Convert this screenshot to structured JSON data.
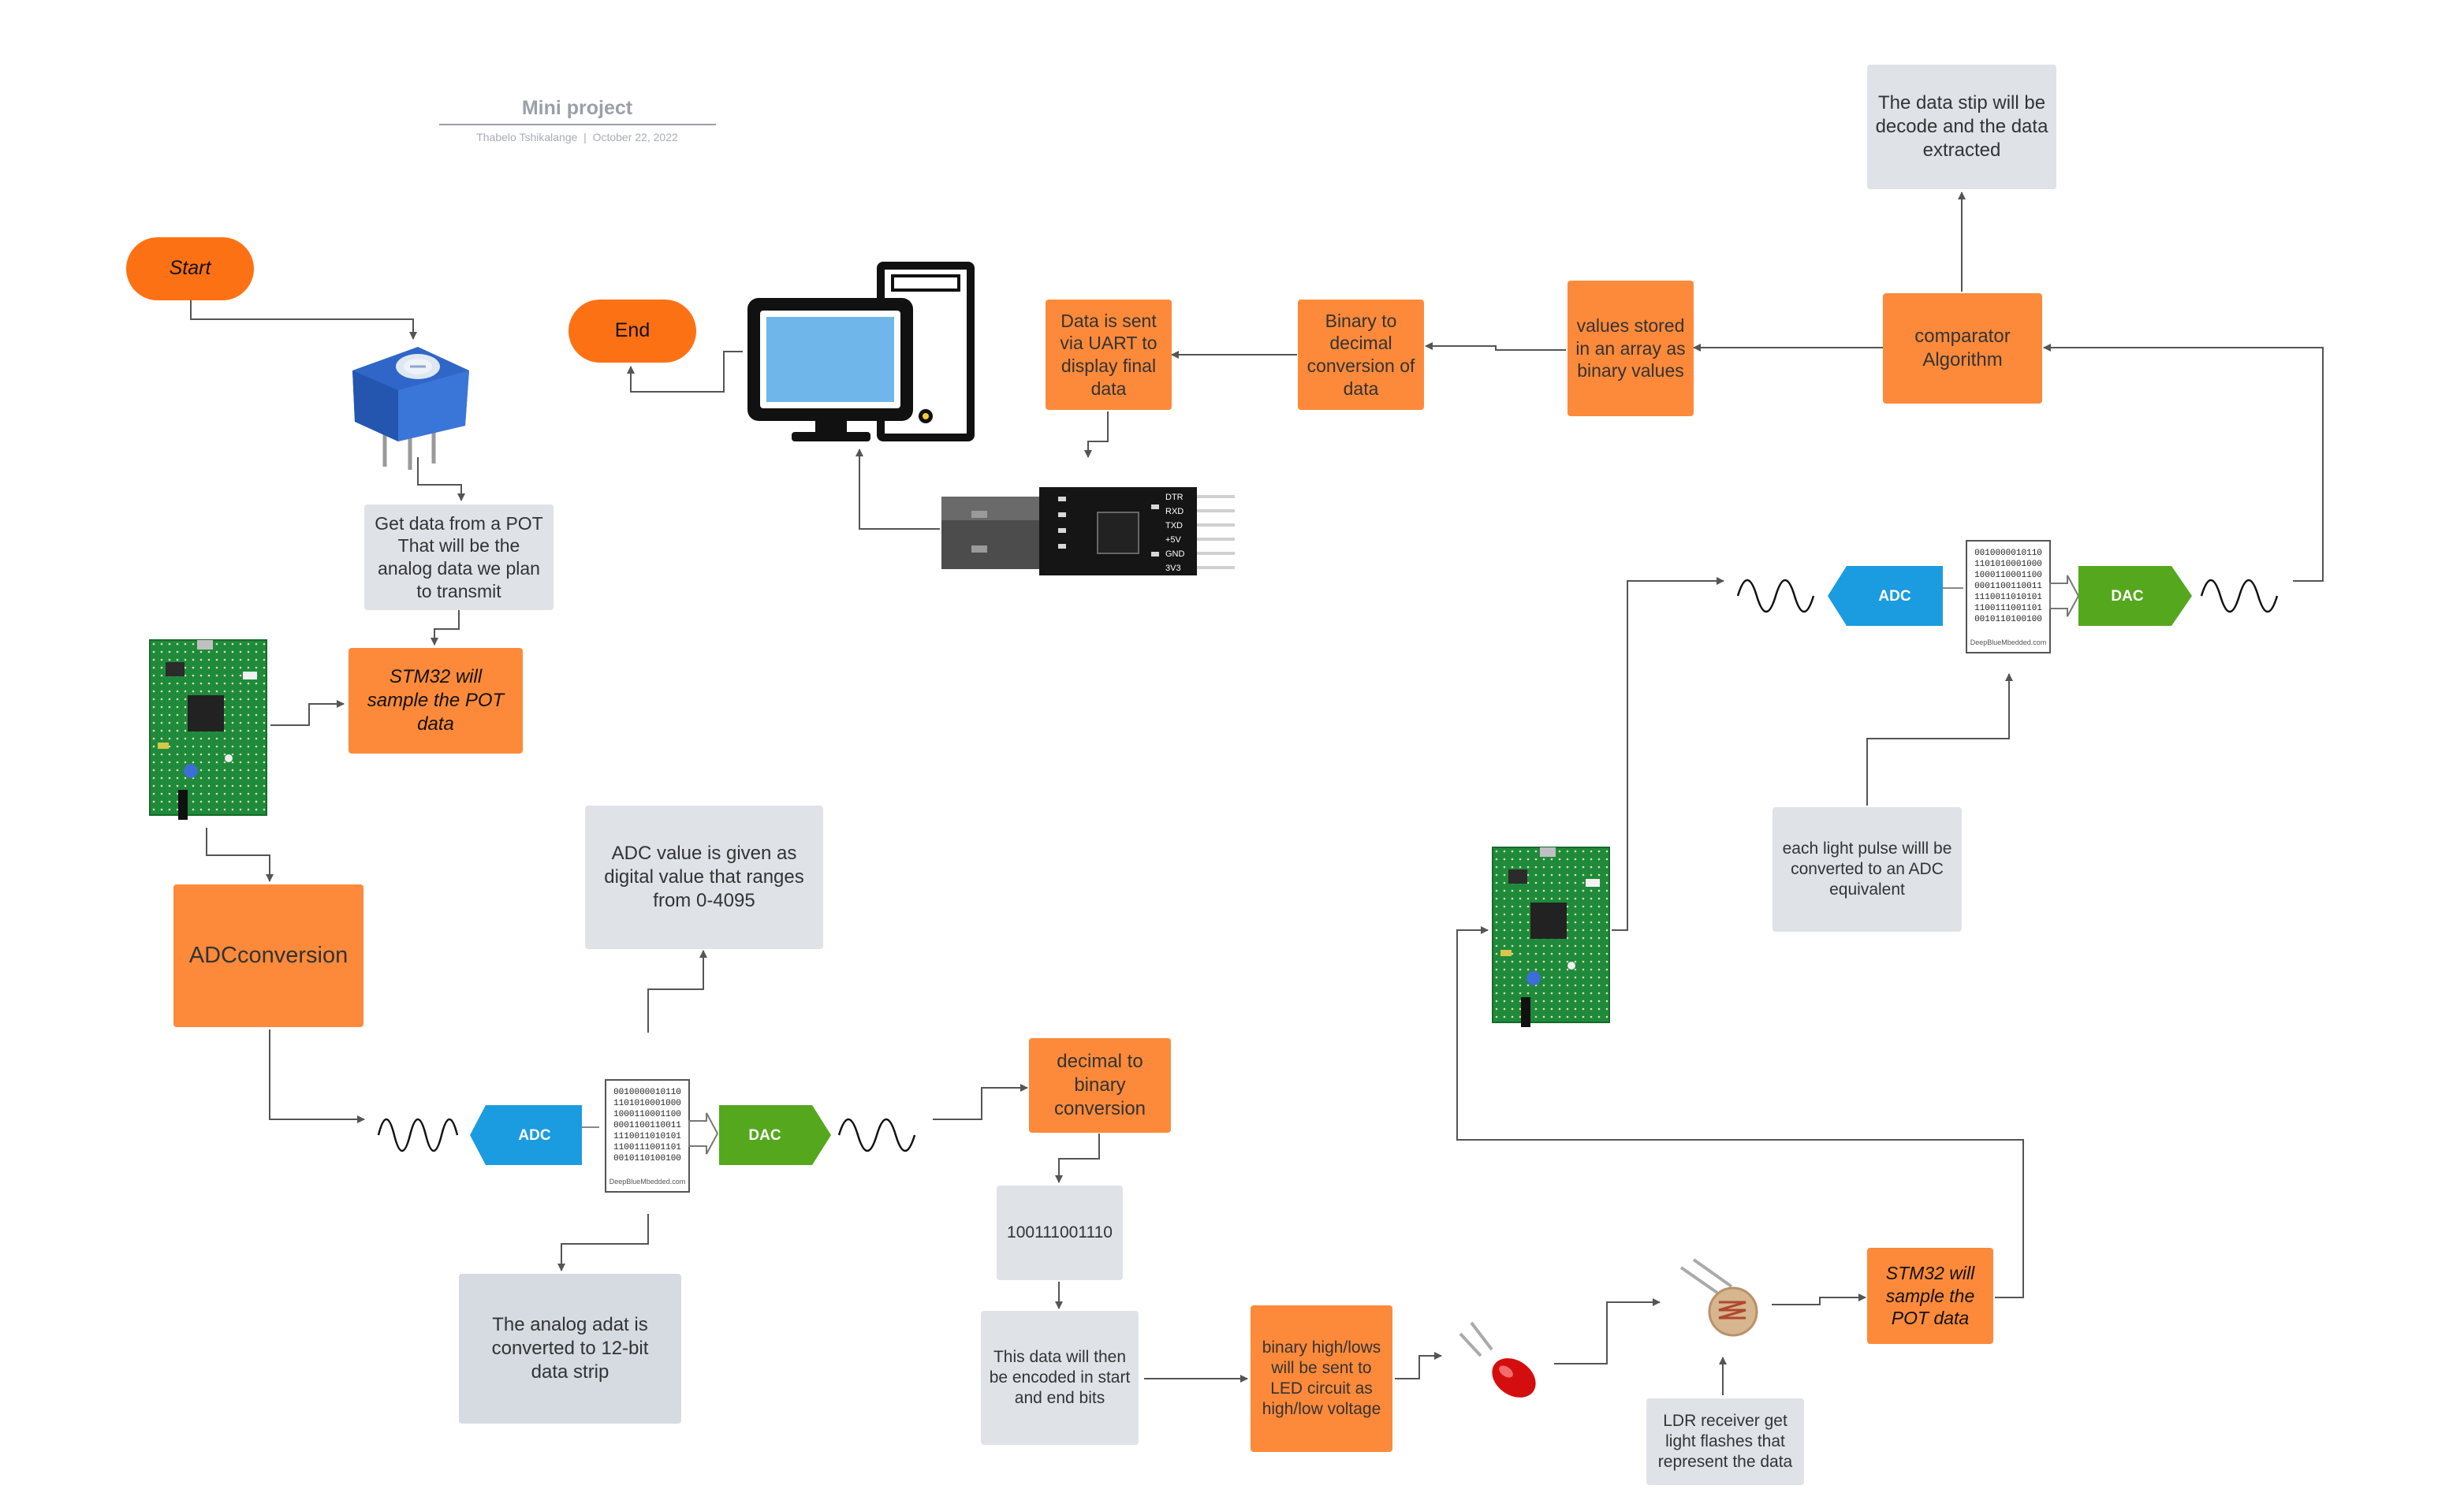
{
  "header": {
    "title": "Mini project",
    "subtitle": "Thabelo Tshikalange  |  October 22, 2022"
  },
  "colors": {
    "process": "#fd8a3a",
    "terminal": "#fd7115",
    "note": "#dfe3e8",
    "adc_tag": "#1b9be0",
    "dac_tag": "#55a71e",
    "connector": "#555555"
  },
  "nodes": {
    "start": "Start",
    "end": "End",
    "get_pot_data": "Get data from a POT That will be the analog data we plan to transmit",
    "stm32_sample_1": "STM32 will sample the POT data",
    "adc_conversion": "ADCconversion",
    "adc_value_note": "ADC value is given as digital value that ranges from 0-4095",
    "analog_note": "The analog adat is converted to 12-bit data strip",
    "decimal_to_binary": "decimal to binary conversion",
    "binary_example": "100111001110",
    "encode_note": "This data will then be encoded in start and end bits",
    "binary_led": "binary high/lows will be sent to LED circuit as high/low voltage",
    "ldr_note": "LDR receiver get light flashes that represent the data",
    "stm32_sample_2": "STM32 will sample the POT data",
    "light_pulse_note": "each light pulse willl be converted to an ADC equivalent",
    "comparator": "comparator Algorithm",
    "decode_note": "The data stip will be decode and the data extracted",
    "values_stored": "values stored in an array as binary values",
    "binary_to_decimal": "Binary to decimal conversion of data",
    "uart_send": "Data is sent via UART to display final data"
  },
  "adc_dac_graphic": {
    "adc_label": "ADC",
    "dac_label": "DAC",
    "binary_rows": [
      "0010000010110",
      "1101010001000",
      "1000110001100",
      "0001100110011",
      "1110011010101",
      "1100111001101",
      "0010110100100"
    ],
    "caption": "DeepBlueMbedded.com"
  },
  "uart_adapter_pins": [
    "DTR",
    "RXD",
    "TXD",
    "+5V",
    "GND",
    "3V3"
  ],
  "icons": [
    "potentiometer-icon",
    "stm32-board-icon",
    "computer-icon",
    "usb-uart-adapter-icon",
    "led-icon",
    "ldr-icon",
    "sine-wave-icon"
  ]
}
